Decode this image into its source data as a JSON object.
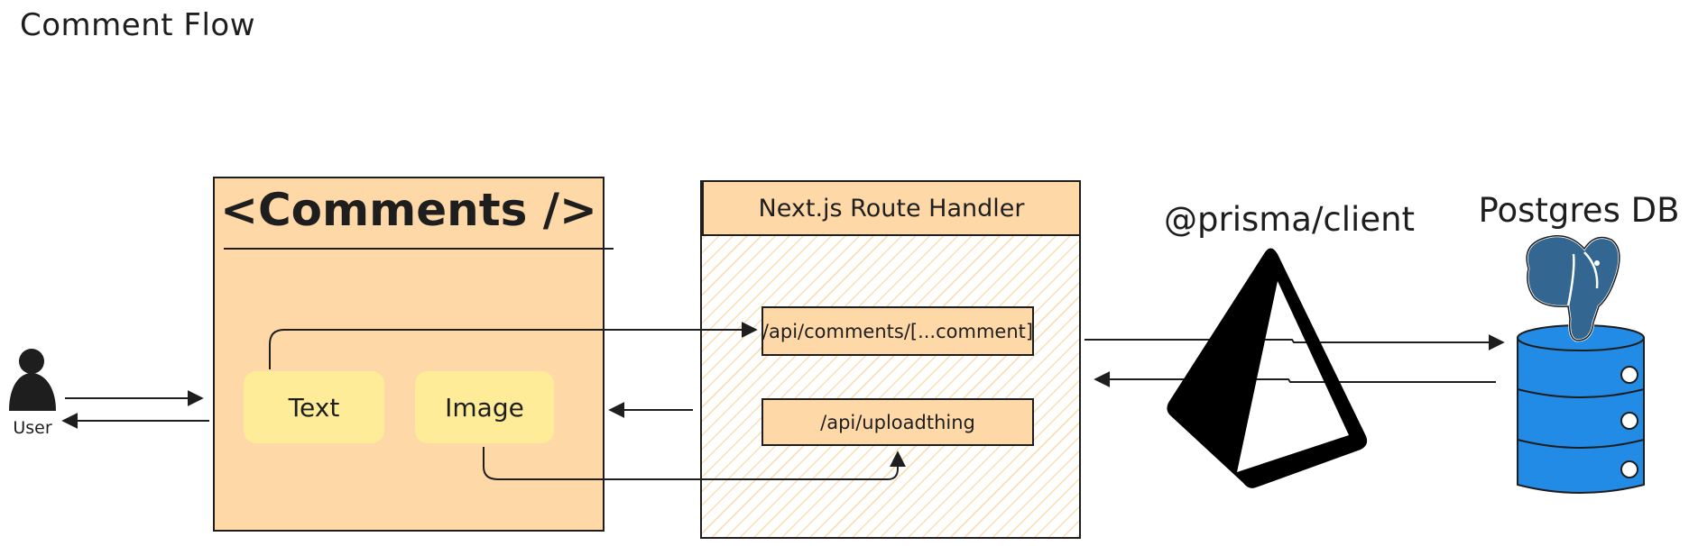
{
  "title": "Comment Flow",
  "user": {
    "label": "User"
  },
  "comments_component": {
    "title": "<Comments />",
    "text_pill": "Text",
    "image_pill": "Image"
  },
  "route_handler": {
    "title": "Next.js Route Handler",
    "routes": [
      "/api/comments/[...comment]",
      "/api/uploadthing"
    ]
  },
  "prisma": {
    "label": "@prisma/client",
    "icon": "prisma-logo-icon"
  },
  "database": {
    "label": "Postgres DB",
    "icon": "postgres-elephant-icon"
  },
  "colors": {
    "component_fill": "#ffd8a8",
    "pill_fill": "#ffec99",
    "hatch": "#f9dfb3",
    "db_blue": "#228be6",
    "pg_blue": "#336791",
    "stroke": "#1e1e1e"
  }
}
